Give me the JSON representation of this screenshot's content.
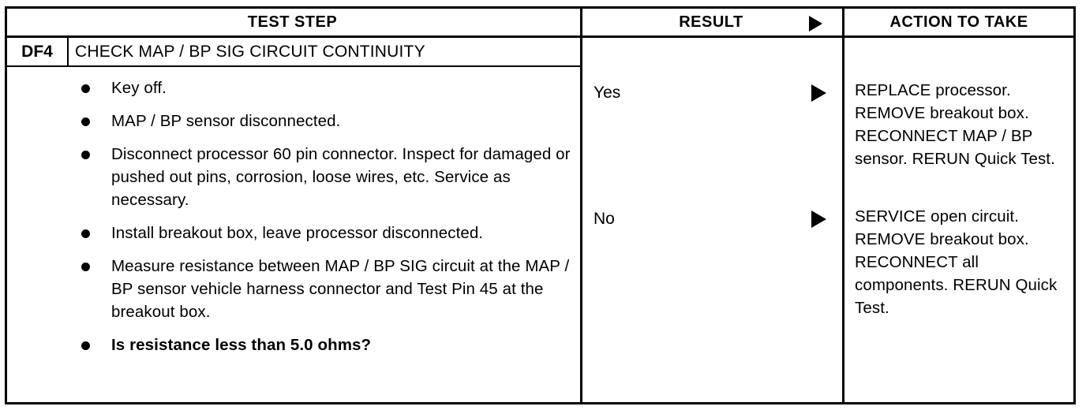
{
  "document": {
    "type": "diagnostic-pinpoint-test-table"
  },
  "table": {
    "columns": [
      {
        "key": "test_step",
        "label": "TEST STEP"
      },
      {
        "key": "result",
        "label": "RESULT"
      },
      {
        "key": "action",
        "label": "ACTION TO TAKE"
      }
    ],
    "header_arrow_icon": "right-triangle-icon",
    "step": {
      "id": "DF4",
      "title": "CHECK MAP / BP SIG CIRCUIT CONTINUITY",
      "bullets": [
        {
          "text": "Key off.",
          "bold": false
        },
        {
          "text": "MAP / BP sensor disconnected.",
          "bold": false
        },
        {
          "text": "Disconnect processor 60 pin connector. Inspect for damaged or pushed out pins, corrosion, loose wires, etc. Service as necessary.",
          "bold": false
        },
        {
          "text": "Install breakout box, leave processor disconnected.",
          "bold": false
        },
        {
          "text": "Measure resistance between MAP / BP SIG circuit at the MAP / BP sensor vehicle harness connector and Test Pin 45 at the breakout box.",
          "bold": false
        },
        {
          "text": "Is resistance less than 5.0 ohms?",
          "bold": true
        }
      ]
    },
    "outcomes": [
      {
        "result": "Yes",
        "arrow_icon": "right-triangle-icon",
        "action": "REPLACE processor. REMOVE breakout box. RECONNECT MAP / BP sensor. RERUN Quick Test."
      },
      {
        "result": "No",
        "arrow_icon": "right-triangle-icon",
        "action": "SERVICE open circuit. REMOVE breakout box. RECONNECT all components. RERUN Quick Test."
      }
    ]
  },
  "colors": {
    "ink": "#000000",
    "paper": "#ffffff"
  }
}
